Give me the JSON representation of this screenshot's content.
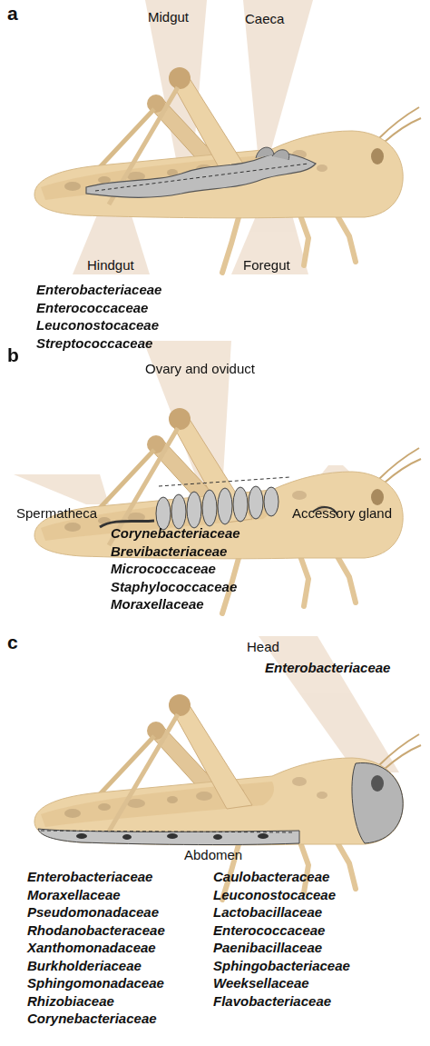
{
  "diagram": {
    "labels": [
      "a",
      "Midgut",
      "Caeca",
      "Hindgut",
      "Foregut",
      "Enterobacteriaceae",
      "Enterococcaceae",
      "Leuconostocaceae",
      "Streptococcaceae",
      "b",
      "Ovary and oviduct",
      "Spermatheca",
      "Accessory gland",
      "Corynebacteriaceae",
      "Brevibacteriaceae",
      "Micrococcaceae",
      "Staphylococcaceae",
      "Moraxellaceae",
      "c",
      "Head",
      "Enterobacteriaceae",
      "Abdomen",
      "Enterobacteriaceae",
      "Moraxellaceae",
      "Pseudomonadaceae",
      "Rhodanobacteraceae",
      "Xanthomonadaceae",
      "Burkholderiaceae",
      "Sphingomonadaceae",
      "Rhizobiaceae",
      "Corynebacteriaceae",
      "Caulobacteraceae",
      "Leuconostocaceae",
      "Lactobacillaceae",
      "Enterococcaceae",
      "Paenibacillaceae",
      "Sphingobacteriaceae",
      "Weeksellaceae",
      "Flavobacteriaceae"
    ]
  }
}
